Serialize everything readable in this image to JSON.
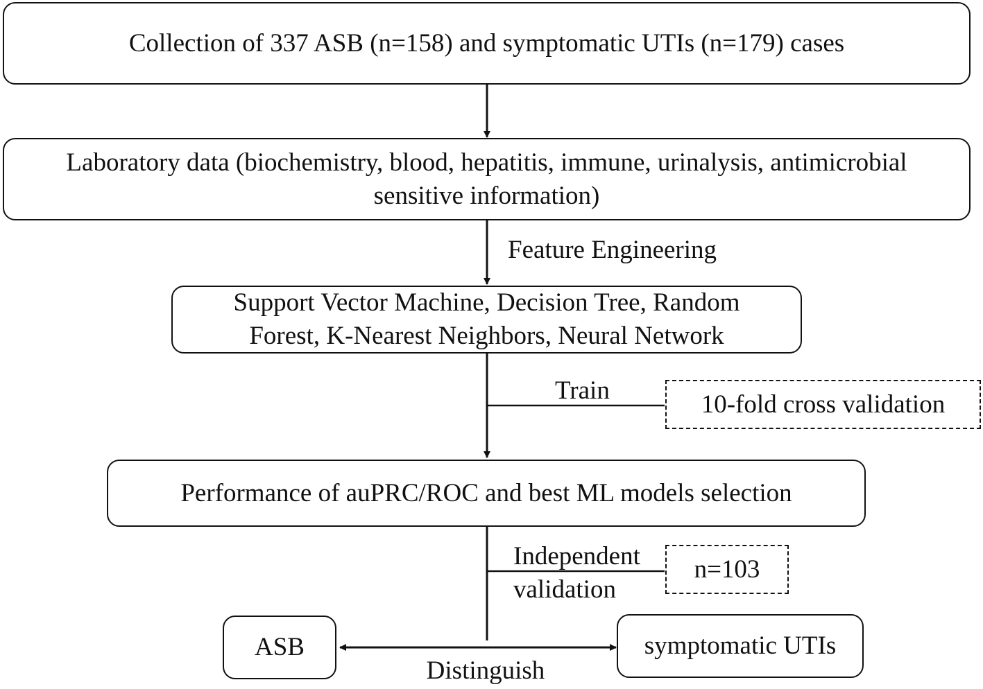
{
  "boxes": {
    "collection": "Collection of 337 ASB (n=158) and symptomatic UTIs (n=179) cases",
    "laboratory_line1": "Laboratory data (biochemistry, blood, hepatitis, immune, urinalysis, antimicrobial",
    "laboratory_line2": "sensitive information)",
    "models_line1": "Support Vector Machine, Decision Tree, Random",
    "models_line2": "Forest, K-Nearest Neighbors, Neural Network",
    "performance": "Performance of auPRC/ROC and best ML models selection",
    "cross_validation": "10-fold cross validation",
    "n_validation": "n=103",
    "asb": "ASB",
    "symptomatic": "symptomatic UTIs"
  },
  "edges": {
    "feature_engineering": "Feature Engineering",
    "train": "Train",
    "independent_line1": "Independent",
    "independent_line2": "validation",
    "distinguish": "Distinguish"
  }
}
